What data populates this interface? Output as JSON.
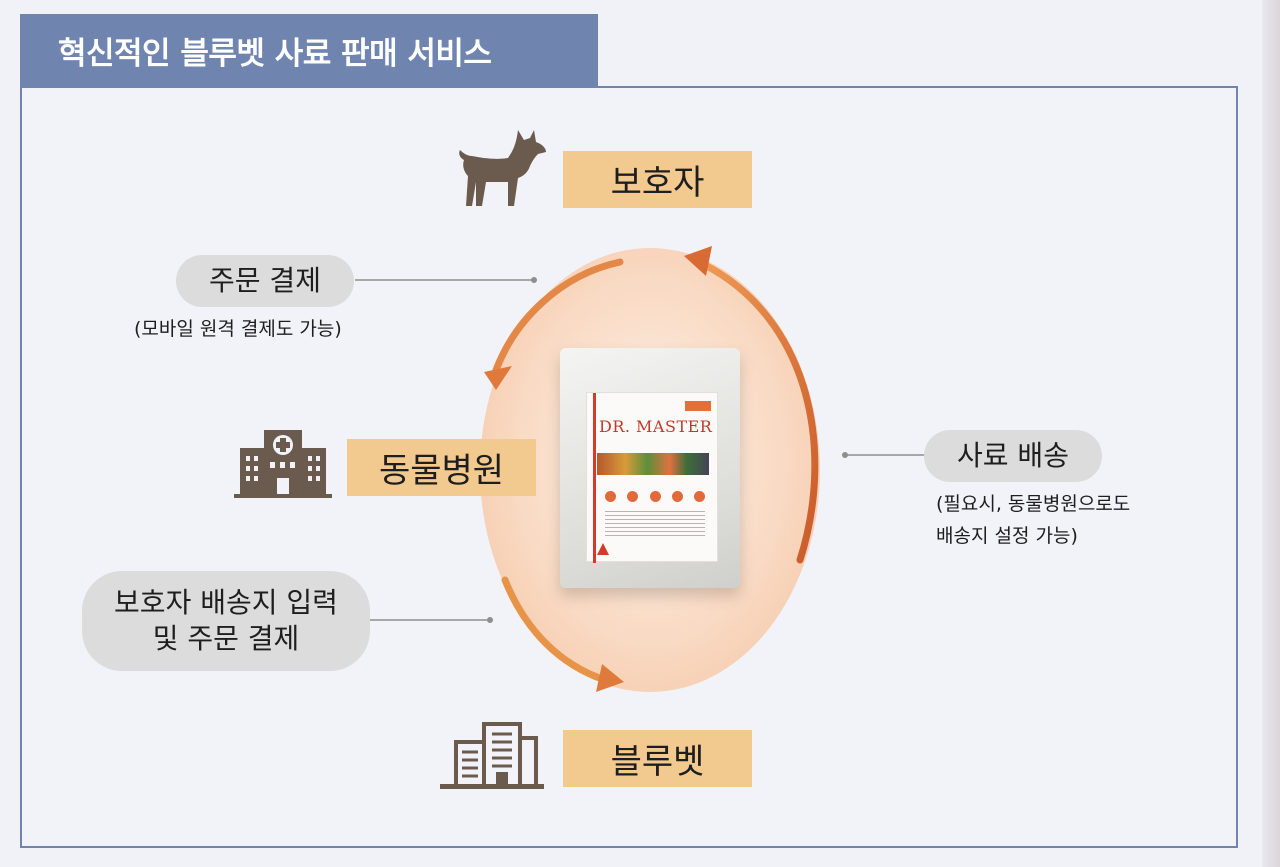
{
  "title": "혁신적인 블루벳 사료 판매 서비스",
  "nodes": {
    "guardian": "보호자",
    "hospital": "동물병원",
    "bluevet": "블루벳"
  },
  "steps": {
    "order_payment": "주문 결제",
    "order_payment_note": "(모바일 원격 결제도 가능)",
    "feed_delivery": "사료 배송",
    "feed_delivery_note": "(필요시, 동물병원으로도\n배송지 설정 가능)",
    "guardian_entry_line1": "보호자 배송지 입력",
    "guardian_entry_line2": "및 주문 결제"
  },
  "product": {
    "brand": "DR. MASTER"
  },
  "colors": {
    "title_bg": "#6f85b0",
    "label_bg": "#f2c98e",
    "pill_bg": "#dcdcdc",
    "arrow": "#e07a3c",
    "icon": "#6b5b4f"
  },
  "icons": {
    "guardian": "dog-icon",
    "hospital": "hospital-icon",
    "bluevet": "office-building-icon"
  }
}
